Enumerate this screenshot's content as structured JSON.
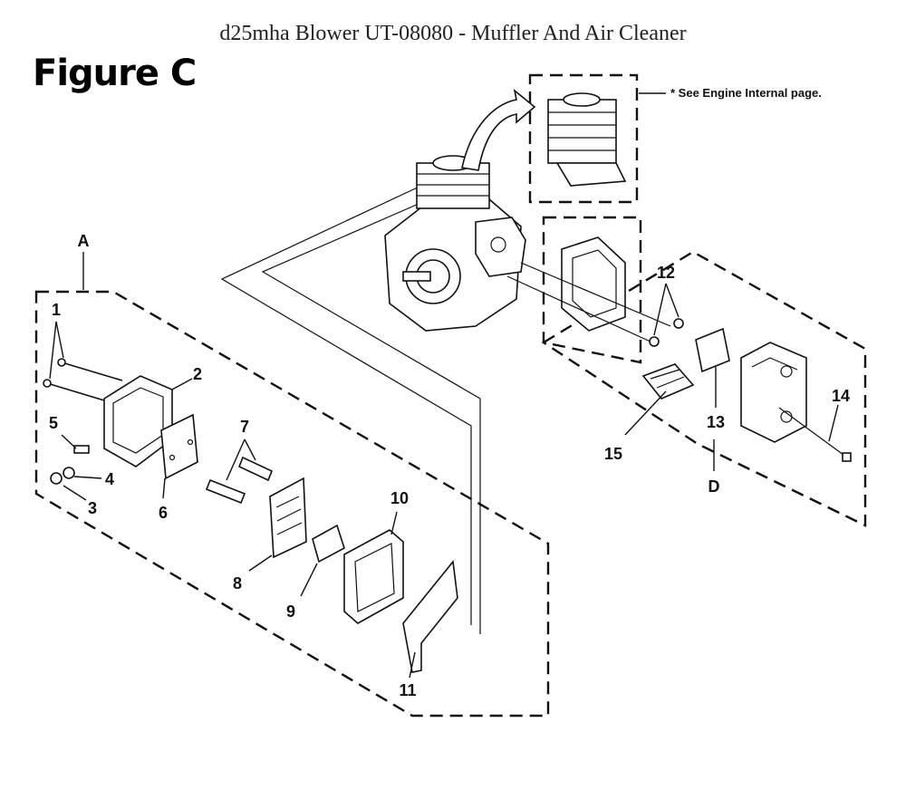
{
  "title": "d25mha Blower UT-08080 - Muffler And Air Cleaner",
  "figure_label": "Figure C",
  "note": "* See Engine Internal page.",
  "group_labels": {
    "a": "A",
    "d": "D"
  },
  "callouts": {
    "c1": "1",
    "c2": "2",
    "c3": "3",
    "c4": "4",
    "c5": "5",
    "c6": "6",
    "c7": "7",
    "c8": "8",
    "c9": "9",
    "c10": "10",
    "c11": "11",
    "c12": "12",
    "c13": "13",
    "c14": "14",
    "c15": "15"
  }
}
